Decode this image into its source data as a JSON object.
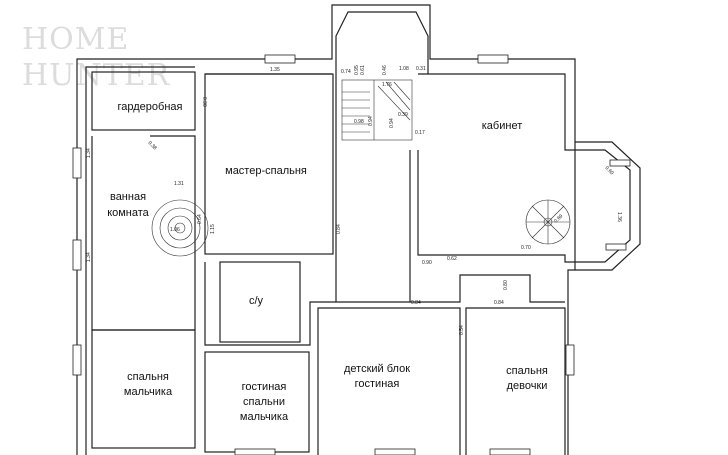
{
  "watermark": {
    "line1": "HOME",
    "line2": "HUNTER"
  },
  "rooms": {
    "wardrobe": "гардеробная",
    "bathroom_line1": "ванная",
    "bathroom_line2": "комната",
    "master": "мастер-спальня",
    "cabinet": "кабинет",
    "wc": "с/у",
    "boy_bedroom_line1": "спальня",
    "boy_bedroom_line2": "мальчика",
    "boy_living_line1": "гостиная",
    "boy_living_line2": "спальни",
    "boy_living_line3": "мальчика",
    "kids_block_line1": "детский блок",
    "kids_block_line2": "гостиная",
    "girl_bedroom_line1": "спальня",
    "girl_bedroom_line2": "девочки"
  },
  "dimensions": {
    "d_135": "1.35",
    "d_090a": "0.90",
    "d_134a": "1.34",
    "d_134b": "1.34",
    "d_038": "0.38",
    "d_131": "1.31",
    "d_106": "1.06",
    "d_064": "0.64",
    "d_115": "1.15",
    "d_084a": "0.84",
    "d_074": "0.74",
    "d_095": "0.95",
    "d_061": "0.61",
    "d_046": "0.46",
    "d_108": "1.08",
    "d_031": "0.31",
    "d_176": "1.76",
    "d_039": "0.39",
    "d_098": "0.98",
    "d_094a": "0.94",
    "d_094b": "0.94",
    "d_017": "0.17",
    "d_060": "0.60",
    "d_136": "1.36",
    "d_069": "0.69",
    "d_070": "0.70",
    "d_062": "0.62",
    "d_090b": "0.90",
    "d_080": "0.80",
    "d_084b": "0.84",
    "d_054": "0.54",
    "d_084c": "0.84"
  }
}
